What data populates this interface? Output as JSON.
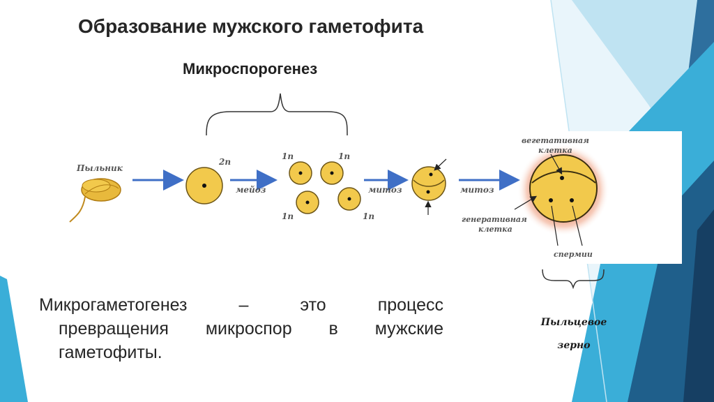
{
  "slide": {
    "title": "Образование мужского гаметофита",
    "subtitle": "Микроспорогенез"
  },
  "diagram": {
    "labels": {
      "anther": "Пыльник",
      "ploidy_2n": "2n",
      "ploidy_1n": "1n",
      "meiosis": "мейоз",
      "mitosis1": "митоз",
      "mitosis2": "митоз",
      "vegetative_line1": "вегетативная",
      "vegetative_line2": "клетка",
      "generative_line1": "генеративная",
      "generative_line2": "клетка",
      "sperm": "спермии"
    }
  },
  "body": {
    "line1": "Микрогаметогенез – это процесс",
    "line2": "превращения микроспор в мужские",
    "line3": "гаметофиты."
  },
  "pollen_caption": {
    "line1": "Пыльцевое",
    "line2": "зерно"
  },
  "colors": {
    "cell_fill": "#f2c94c",
    "arrow_blue": "#3f6fc6",
    "accent_teal": "#3aaed8",
    "accent_dark": "#1f5f8b"
  }
}
